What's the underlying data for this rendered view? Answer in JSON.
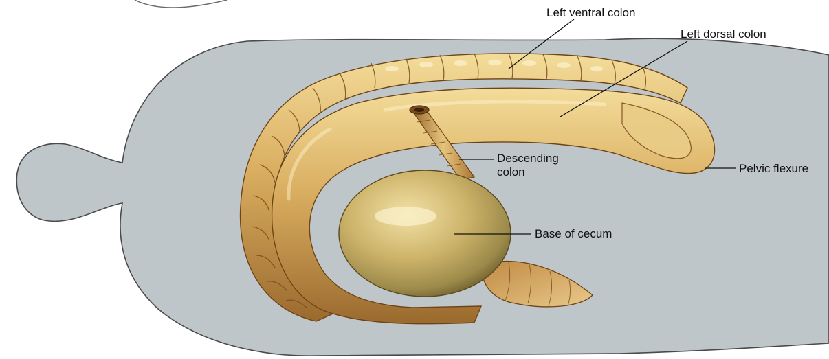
{
  "figure": {
    "labels": {
      "left_ventral_colon": "Left ventral colon",
      "left_dorsal_colon": "Left dorsal colon",
      "descending_colon_line1": "Descending",
      "descending_colon_line2": "colon",
      "base_of_cecum": "Base of cecum",
      "pelvic_flexure": "Pelvic flexure"
    },
    "colors": {
      "body_fill": "#bec6ca",
      "body_outline": "#4a4a4a",
      "colon_light": "#e8c97e",
      "colon_mid": "#c99a4e",
      "colon_dark": "#8a5a24",
      "cecum_tint": "#b8b27a",
      "leader_line": "#111111"
    }
  }
}
